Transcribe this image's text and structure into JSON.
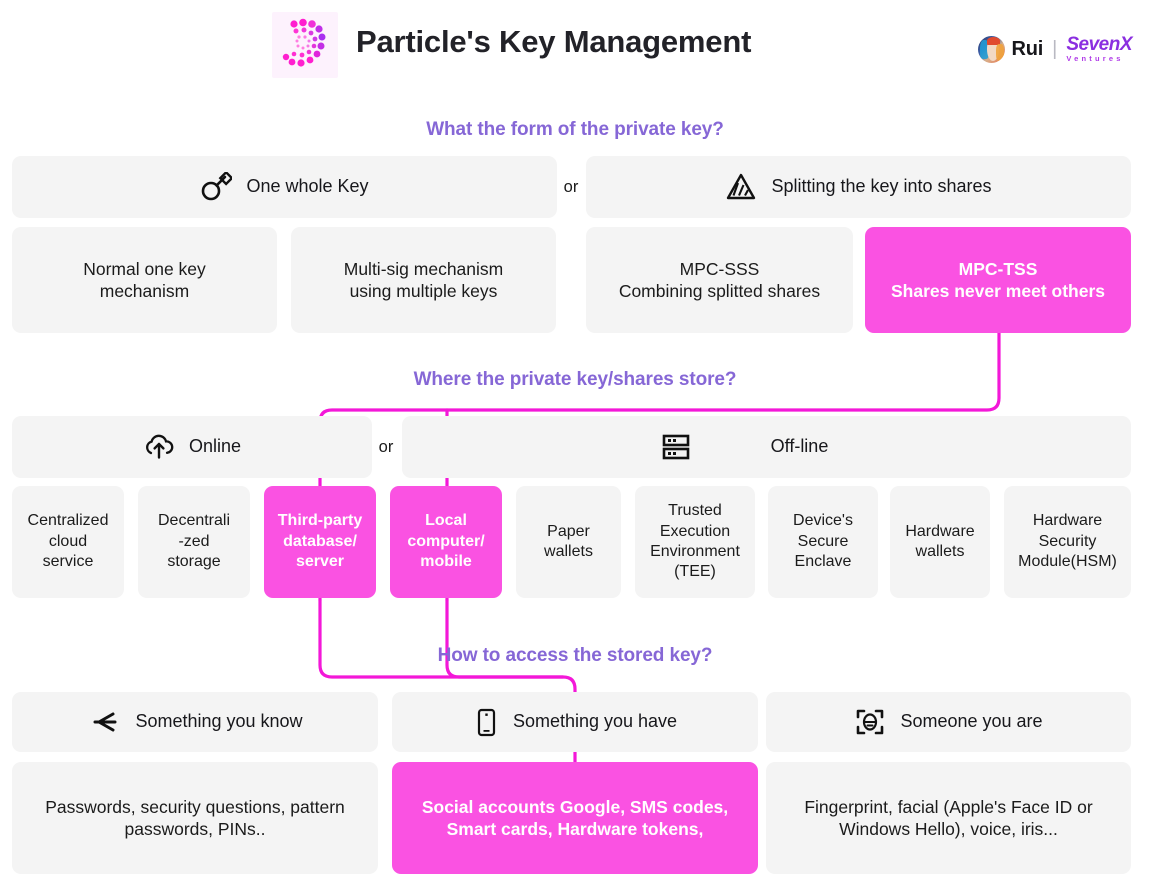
{
  "header": {
    "title": "Particle's Key Management",
    "logo_icon": "particle-spiral-logo",
    "brand": {
      "avatar_icon": "rui-avatar",
      "name": "Rui",
      "separator": "|",
      "company_main": "SevenX",
      "company_sub": "Ventures"
    }
  },
  "colors": {
    "accent_pink": "#fa52e2",
    "heading_purple": "#8667d6",
    "box_gray": "#f4f4f4",
    "wire_pink": "#f318d8"
  },
  "sections": [
    {
      "id": "form-of-private-key",
      "question": "What the form of the private key?",
      "or_label": "or",
      "headers": [
        {
          "icon": "key-icon",
          "label": "One whole Key"
        },
        {
          "icon": "split-triangle-icon",
          "label": "Splitting the key into shares"
        }
      ],
      "options": [
        {
          "label": "Normal one key\nmechanism",
          "line1": "Normal one key",
          "line2": "mechanism",
          "highlighted": false
        },
        {
          "label": "Multi-sig mechanism\nusing multiple keys",
          "line1": "Multi-sig mechanism",
          "line2": "using multiple keys",
          "highlighted": false
        },
        {
          "label": "MPC-SSS\nCombining splitted shares",
          "line1": "MPC-SSS",
          "line2": "Combining splitted shares",
          "highlighted": false
        },
        {
          "label": "MPC-TSS\nShares never meet others",
          "line1": "MPC-TSS",
          "line2": "Shares never meet others",
          "highlighted": true
        }
      ]
    },
    {
      "id": "where-key-shares-store",
      "question": "Where the private key/shares store?",
      "or_label": "or",
      "headers": [
        {
          "icon": "cloud-upload-icon",
          "label": "Online"
        },
        {
          "icon": "server-offline-icon",
          "label": "Off-line"
        }
      ],
      "options": [
        {
          "lines": [
            "Centralized",
            "cloud",
            "service"
          ],
          "highlighted": false
        },
        {
          "lines": [
            "Decentrali",
            "-zed",
            "storage"
          ],
          "highlighted": false
        },
        {
          "lines": [
            "Third-party",
            "database/",
            "server"
          ],
          "highlighted": true
        },
        {
          "lines": [
            "Local",
            "computer/",
            "mobile"
          ],
          "highlighted": true
        },
        {
          "lines": [
            "Paper",
            "wallets"
          ],
          "highlighted": false
        },
        {
          "lines": [
            "Trusted",
            "Execution",
            "Environment",
            "(TEE)"
          ],
          "highlighted": false
        },
        {
          "lines": [
            "Device's",
            "Secure",
            "Enclave"
          ],
          "highlighted": false
        },
        {
          "lines": [
            "Hardware",
            "wallets"
          ],
          "highlighted": false
        },
        {
          "lines": [
            "Hardware",
            "Security",
            "Module(HSM)"
          ],
          "highlighted": false
        }
      ]
    },
    {
      "id": "how-to-access-stored-key",
      "question": "How to access the stored key?",
      "headers": [
        {
          "icon": "arrow-left-know-icon",
          "label": "Something you know"
        },
        {
          "icon": "mobile-phone-icon",
          "label": "Something you have"
        },
        {
          "icon": "face-scan-icon",
          "label": "Someone you are"
        }
      ],
      "options": [
        {
          "lines": [
            "Passwords, security questions, pattern",
            "passwords, PINs.."
          ],
          "highlighted": false
        },
        {
          "lines": [
            "Social accounts Google, SMS codes,",
            "Smart cards, Hardware tokens,"
          ],
          "highlighted": true
        },
        {
          "lines": [
            "Fingerprint, facial (Apple's Face ID or",
            "Windows Hello), voice, iris..."
          ],
          "highlighted": false
        }
      ]
    }
  ]
}
